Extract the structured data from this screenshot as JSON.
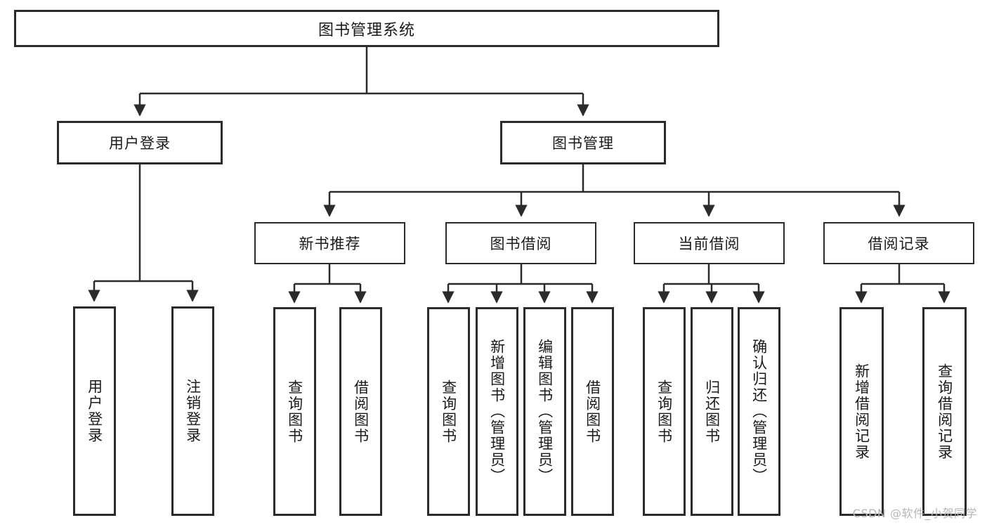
{
  "diagram": {
    "type": "hierarchy-tree",
    "title": "图书管理系统",
    "watermark": "CSDN @软件_小贺同学",
    "colors": {
      "box_border": "#2b2b2b",
      "box_fill": "#ffffff",
      "connector": "#2b2b2b",
      "background": "#ffffff",
      "watermark": "#b6b6b6"
    },
    "root": {
      "label": "图书管理系统"
    },
    "level1": [
      {
        "label": "用户登录"
      },
      {
        "label": "图书管理"
      }
    ],
    "level2": [
      {
        "label": "新书推荐"
      },
      {
        "label": "图书借阅"
      },
      {
        "label": "当前借阅"
      },
      {
        "label": "借阅记录"
      }
    ],
    "leaves": {
      "user_login": [
        {
          "label": "用户登录"
        },
        {
          "label": "注销登录"
        }
      ],
      "new_book_recommend": [
        {
          "label": "查询图书"
        },
        {
          "label": "借阅图书"
        }
      ],
      "book_borrow": [
        {
          "label": "查询图书"
        },
        {
          "label": "新增图书（管理员）"
        },
        {
          "label": "编辑图书（管理员）"
        },
        {
          "label": "借阅图书"
        }
      ],
      "current_borrow": [
        {
          "label": "查询图书"
        },
        {
          "label": "归还图书"
        },
        {
          "label": "确认归还（管理员）"
        }
      ],
      "borrow_record": [
        {
          "label": "新增借阅记录"
        },
        {
          "label": "查询借阅记录"
        }
      ]
    }
  }
}
